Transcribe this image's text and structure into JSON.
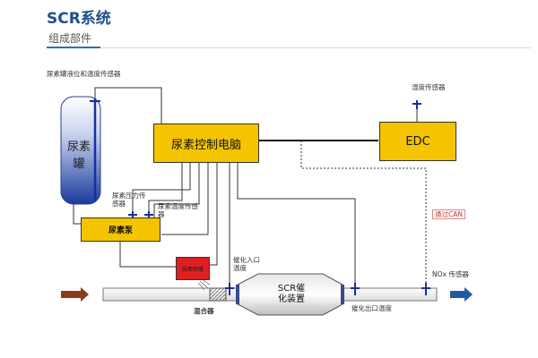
{
  "header": {
    "title": "SCR系统",
    "subtitle": "组成部件"
  },
  "components": {
    "tank_sensor": "尿素罐液位和温度传感器",
    "tank_line1": "尿素",
    "tank_line2": "罐",
    "dcu": "尿素控制电脑",
    "edc": "EDC",
    "humidity": "湿度传感器",
    "pressure_line1": "尿素压力传",
    "pressure_line2": "感器",
    "temp_line1": "尿素温度传感",
    "temp_line2": "器",
    "pump": "尿素泵",
    "valve": "尿素喷嘴",
    "can": "通过CAN",
    "inlet_line1": "催化入口",
    "inlet_line2": "温度",
    "catalyst_line1": "SCR催",
    "catalyst_line2": "化装置",
    "mixer": "混合器",
    "outlet": "催化出口温度",
    "nox": "NOx 传感器"
  },
  "colors": {
    "box_yellow": "#f5c400",
    "box_border": "#333333",
    "valve_red": "#e02020",
    "inlet_arrow": "#8b3a1a",
    "outlet_arrow": "#1f5aa8",
    "sensor_blue": "#1a2f9c",
    "can_text": "#c0392b",
    "tank_top": "#ffffff",
    "tank_bottom": "#1a3a9c"
  }
}
